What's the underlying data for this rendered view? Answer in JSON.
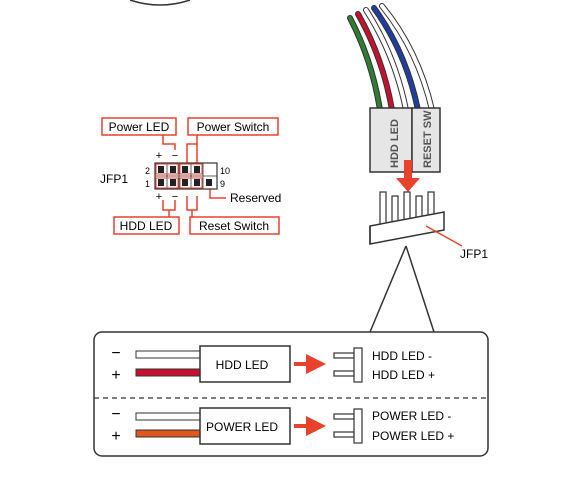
{
  "header_labels": {
    "power_led": "Power LED",
    "power_switch": "Power Switch",
    "hdd_led": "HDD LED",
    "reset_switch": "Reset Switch",
    "reserved": "Reserved",
    "jfp1_left": "JFP1",
    "jfp1_right": "JFP1"
  },
  "pin_numbers": {
    "p2": "2",
    "p1": "1",
    "p10": "10",
    "p9": "9"
  },
  "polarity": {
    "plus": "+",
    "minus": "−"
  },
  "connector_plug": {
    "left_text": "HDD LED",
    "right_text": "RESET SW"
  },
  "detail": {
    "hdd_row": {
      "label": "HDD LED",
      "pin_minus": "HDD LED -",
      "pin_plus": "HDD LED +",
      "sign_minus": "−",
      "sign_plus": "+"
    },
    "power_row": {
      "label": "POWER LED",
      "pin_minus": "POWER LED -",
      "pin_plus": "POWER LED +",
      "sign_minus": "−",
      "sign_plus": "+"
    }
  },
  "colors": {
    "accent_red": "#e8412c",
    "hdd_wire": "#c8102e",
    "power_wire": "#e0561f",
    "wire_green": "#2e7d32",
    "wire_blue": "#1e3fa0",
    "wire_white": "#ffffff",
    "outline": "#333333"
  }
}
